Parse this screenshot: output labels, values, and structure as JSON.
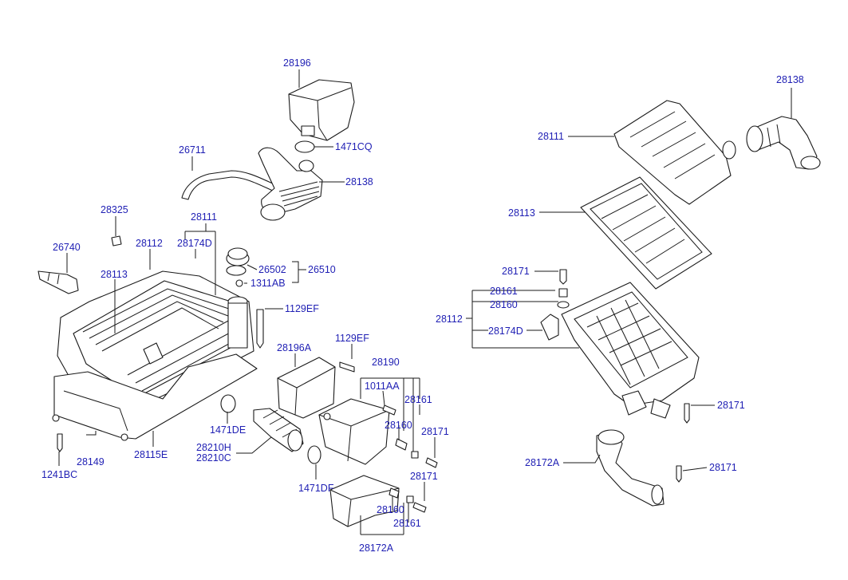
{
  "colors": {
    "label": "#1f1fb4",
    "line": "#1a1a1a",
    "background": "#ffffff"
  },
  "labels": [
    "28196",
    "1471CQ",
    "26711",
    "28138",
    "28325",
    "28111",
    "26740",
    "28112",
    "28174D",
    "26502",
    "26510",
    "1311AB",
    "28113",
    "1129EF",
    "28196A",
    "1129EF",
    "28190",
    "1011AA",
    "28161",
    "28160",
    "28171",
    "1471DE",
    "28210H",
    "28210C",
    "28149",
    "28115E",
    "1241BC",
    "1471DF",
    "28171",
    "28160",
    "28161",
    "28172A",
    "28138",
    "28111",
    "28113",
    "28171",
    "28161",
    "28160",
    "28112",
    "28174D",
    "28171",
    "28172A",
    "28171"
  ]
}
